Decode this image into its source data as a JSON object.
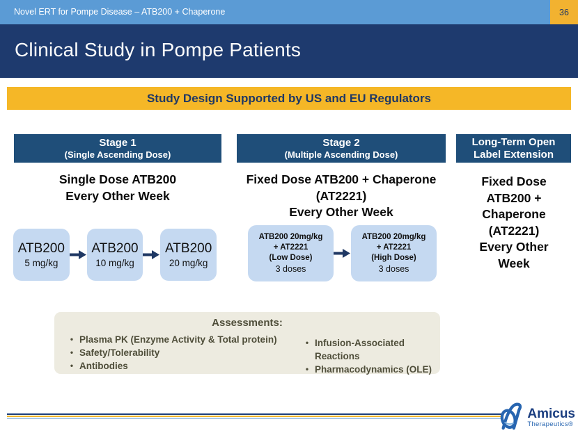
{
  "topbar": {
    "title": "Novel ERT for Pompe Disease – ATB200 + Chaperone",
    "page_number": "36"
  },
  "header": {
    "title": "Clinical Study in Pompe Patients"
  },
  "banner": {
    "text": "Study Design Supported by US and EU Regulators"
  },
  "stage1": {
    "header_title": "Stage 1",
    "header_subtitle": "(Single Ascending Dose)",
    "subtitle": "Single Dose ATB200\nEvery Other Week",
    "flow": [
      {
        "name": "ATB200",
        "dose": "5 mg/kg"
      },
      {
        "name": "ATB200",
        "dose": "10 mg/kg"
      },
      {
        "name": "ATB200",
        "dose": "20 mg/kg"
      }
    ]
  },
  "stage2": {
    "header_title": "Stage 2",
    "header_subtitle": "(Multiple Ascending Dose)",
    "subtitle": "Fixed Dose ATB200 + Chaperone\n(AT2221)\nEvery Other Week",
    "flow": [
      {
        "label": "ATB200 20mg/kg\n+ AT2221\n(Low Dose)",
        "doses": "3 doses"
      },
      {
        "label": "ATB200 20mg/kg\n+ AT2221\n(High Dose)",
        "doses": "3 doses"
      }
    ]
  },
  "longterm": {
    "header_title": "Long-Term Open\nLabel Extension",
    "body": "Fixed Dose\nATB200 +\nChaperone\n(AT2221)\nEvery Other\nWeek"
  },
  "assessments": {
    "title": "Assessments:",
    "left": [
      "Plasma PK (Enzyme Activity & Total protein)",
      "Safety/Tolerability",
      "Antibodies"
    ],
    "right": [
      "Infusion-Associated Reactions",
      "Pharmacodynamics (OLE)"
    ]
  },
  "footer": {
    "brand_name": "Amicus",
    "brand_sub": "Therapeutics®"
  },
  "colors": {
    "topbar_blue": "#5B9BD5",
    "navy_band": "#1E3A6E",
    "gold": "#F5B727",
    "stage_header_blue": "#1F4E79",
    "flow_box_blue": "#C5D9F1",
    "arrow_navy": "#1F3864",
    "assessment_bg": "#EDEBE0",
    "assessment_text": "#4F4E3A",
    "brand_navy": "#1B3E80",
    "brand_blue": "#2765B0"
  }
}
